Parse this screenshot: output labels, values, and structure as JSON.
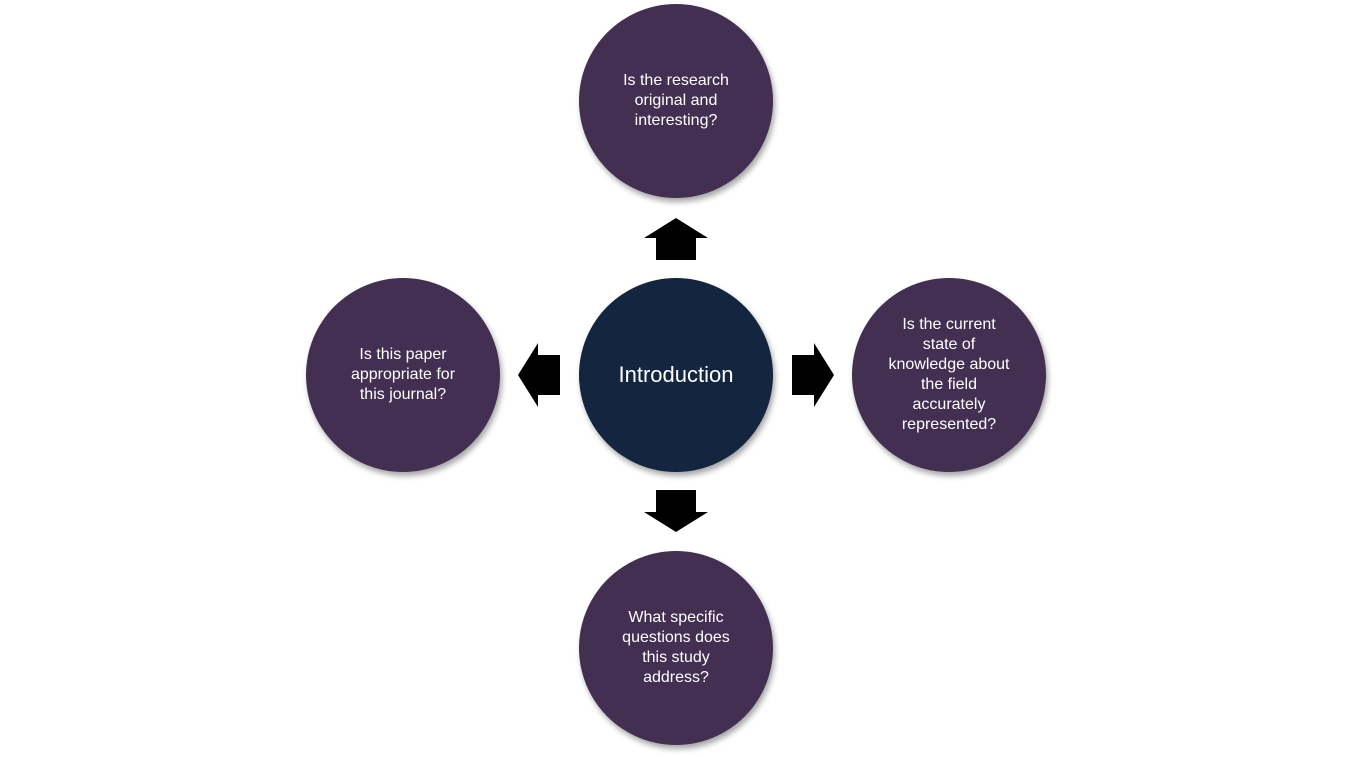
{
  "diagram": {
    "center": {
      "label": "Introduction",
      "color": "#13253f"
    },
    "outer_color": "#432f52",
    "arrow_color": "#000000",
    "nodes": {
      "top": "Is the research original and interesting?",
      "left": "Is this paper appropriate for this journal?",
      "right": "Is the current state of knowledge about the field accurately represented?",
      "bottom": "What specific questions does this study address?"
    }
  }
}
